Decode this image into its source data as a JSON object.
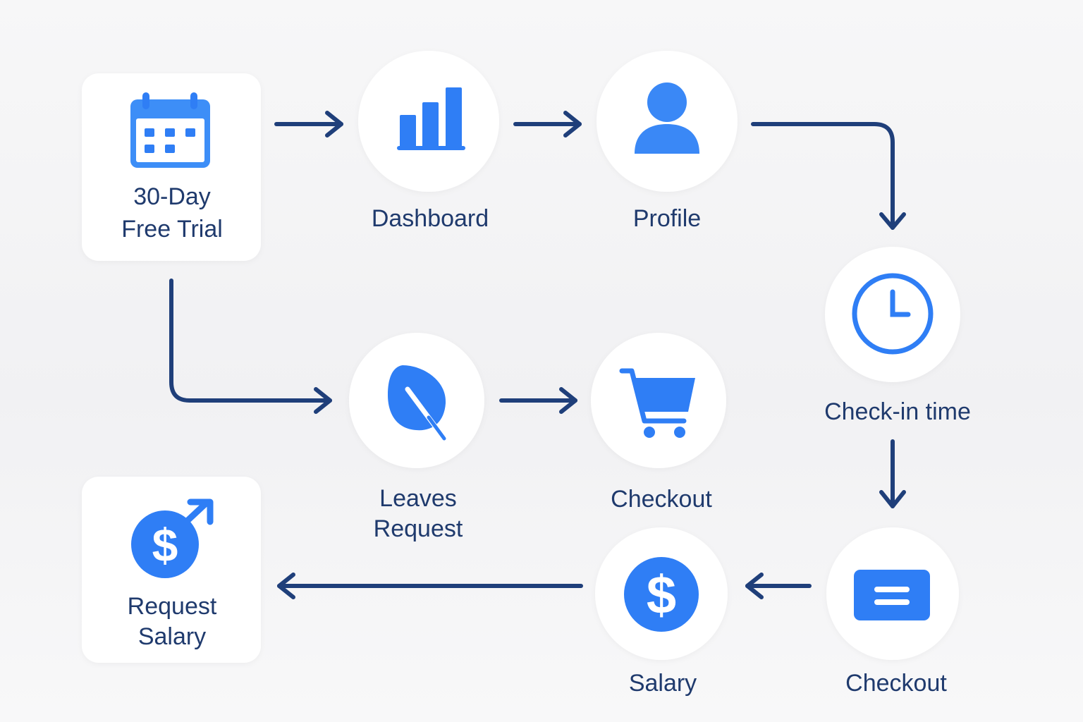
{
  "colors": {
    "accent": "#2f7ef5",
    "accent_light": "#3d8ef7",
    "connector": "#1f3f7a",
    "label": "#1f3a6d",
    "card": "#ffffff"
  },
  "nodes": {
    "trial": {
      "label_line1": "30-Day",
      "label_line2": "Free Trial",
      "icon": "calendar-icon"
    },
    "dashboard": {
      "label": "Dashboard",
      "icon": "bar-chart-icon"
    },
    "profile": {
      "label": "Profile",
      "icon": "user-icon"
    },
    "checkin": {
      "label": "Check-in time",
      "icon": "clock-icon"
    },
    "leaves": {
      "label_line1": "Leaves",
      "label_line2": "Request",
      "icon": "leaf-icon"
    },
    "cart_checkout": {
      "label": "Checkout",
      "icon": "shopping-cart-icon"
    },
    "request_salary": {
      "label_line1": "Request",
      "label_line2": "Salary",
      "icon": "salary-request-icon"
    },
    "salary": {
      "label": "Salary",
      "icon": "dollar-icon"
    },
    "card_checkout": {
      "label": "Checkout",
      "icon": "card-icon"
    }
  }
}
